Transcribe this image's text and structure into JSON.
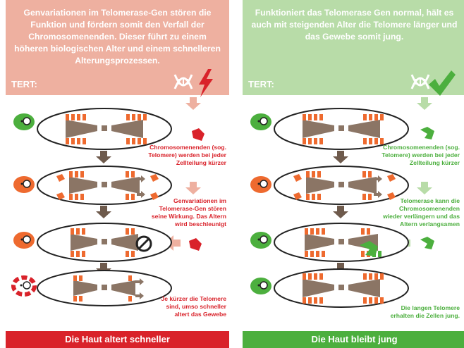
{
  "colors": {
    "red": "#d9222a",
    "salmon": "#eeb0a0",
    "orange": "#ee6a2f",
    "green": "#4caf3e",
    "light_green": "#b8dca8",
    "brown": "#8b7565",
    "arrow_gray": "#6e5a4c"
  },
  "left": {
    "header": "Genvariationen im Telomerase-Gen stören die Funktion und fördern somit den Verfall der Chromosomenenden. Dieser führt zu einem höheren biologischen Alter und einem schnelleren Alterungsprozessen.",
    "tert": "TERT:",
    "annotations": [
      "Chromosomenenden (sog. Telomere) werden bei jeder Zellteilung kürzer",
      "Genvariationen im Telomerase-Gen stören seine Wirkung. Das Altern wird beschleunigt",
      "Je kürzer die Telomere sind, umso schneller altert das Gewebe"
    ],
    "footer": "Die Haut altert schneller",
    "icons": [
      "dna-icon",
      "lightning-icon",
      "cell-icon",
      "blocked-icon"
    ]
  },
  "right": {
    "header": "Funktioniert das Telomerase Gen normal, hält es auch mit steigenden Alter die Telomere länger und das Gewebe somit jung.",
    "tert": "TERT:",
    "annotations": [
      "Chromosomenenden (sog. Telomere) werden bei jeder Zellteilung kürzer",
      "Telomerase kann die Chromosomenenden wieder verlängern und das Altern verlangsamen",
      "Die langen Telomere erhalten die Zellen jung."
    ],
    "footer": "Die Haut bleibt jung",
    "icons": [
      "dna-icon",
      "checkmark-icon",
      "cell-icon",
      "telomerase-icon"
    ]
  }
}
